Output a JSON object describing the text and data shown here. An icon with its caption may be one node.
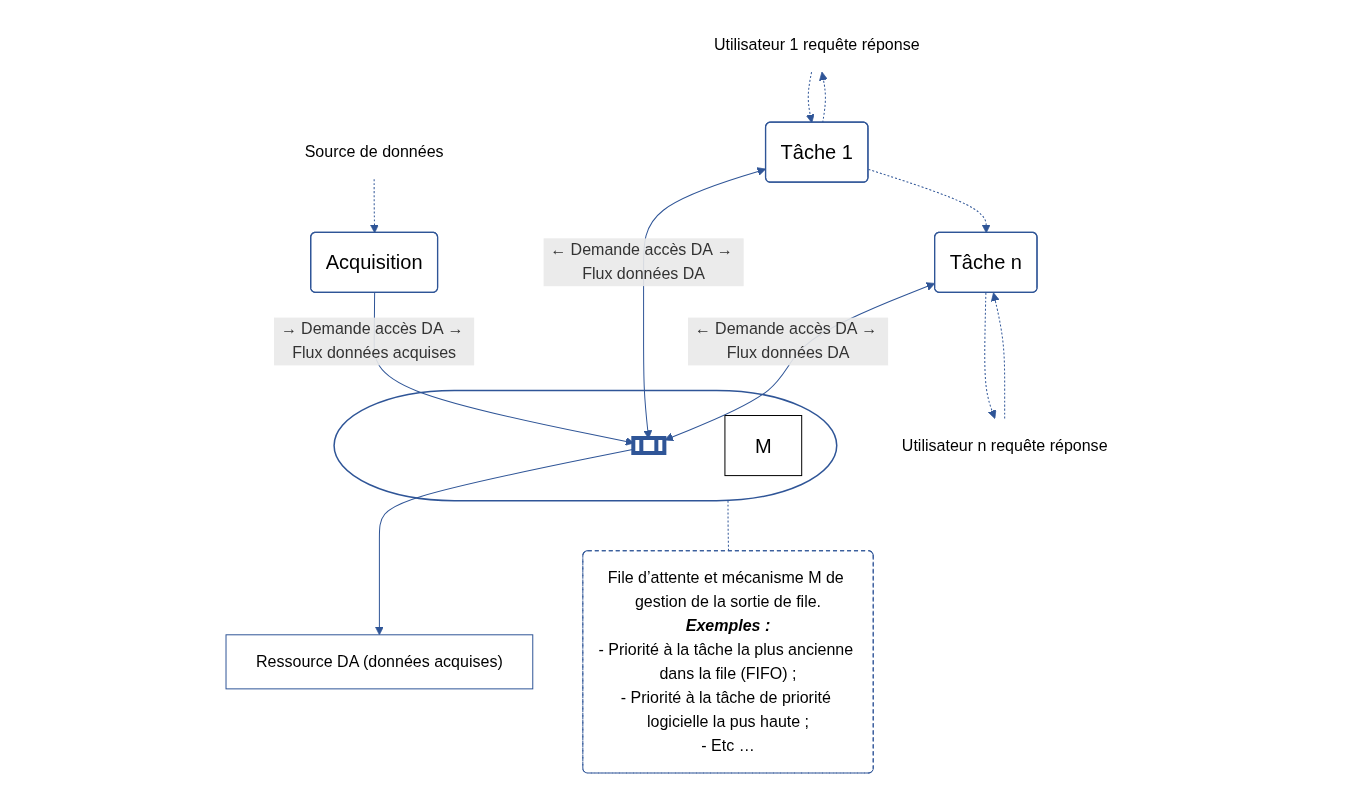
{
  "diagram": {
    "nodes": [
      {
        "text": [
          "Source de données"
        ]
      },
      {
        "text": [
          "Acquisition"
        ]
      },
      {
        "text": [
          "Utilisateur 1 requête réponse"
        ]
      },
      {
        "text": [
          "Tâche 1"
        ]
      },
      {
        "text": [
          "Utilisateur n requête réponse"
        ]
      },
      {
        "text": [
          "Tâche n"
        ]
      },
      {
        "text": [],
        "shape": "ellipse"
      },
      {
        "text": [],
        "shape": "box",
        "in": 6
      },
      {
        "text": [
          "M"
        ],
        "in": 6
      },
      {
        "text": [
          "Ressource DA (données acquises)"
        ]
      },
      {
        "text": [
          "File d’attente et mécanisme M de gestion de la sortie de file.",
          "Exemples :",
          "- Priorité à la tâche la plus ancienne dans la file (FIFO) ;",
          "- Priorité à la tâche de priorité logicielle la pus haute ;",
          "- Etc …"
        ]
      }
    ],
    "edges": [
      {
        "from": 0,
        "to": 1,
        "arrow": "to",
        "style": "dashed"
      },
      {
        "from": 2,
        "to": 3,
        "arrow": "to",
        "style": "dashed"
      },
      {
        "from": 3,
        "to": 2,
        "arrow": "to",
        "style": "dashed"
      },
      {
        "from": 4,
        "to": 5,
        "arrow": "to",
        "style": "dashed"
      },
      {
        "from": 5,
        "to": 4,
        "arrow": "to",
        "style": "dashed"
      },
      {
        "from": 3,
        "to": 5,
        "arrow": "to",
        "style": "dashed"
      },
      {
        "from": 1,
        "to": 7,
        "arrow": "to",
        "label": "→ Demande accès DA → Flux données acquises"
      },
      {
        "from": 3,
        "to": 7,
        "arrow": "both",
        "label": "← Demande accès DA → Flux données DA"
      },
      {
        "from": 5,
        "to": 7,
        "arrow": "both",
        "label": "← Demande accès DA → Flux données DA"
      },
      {
        "from": 7,
        "to": 9,
        "arrow": "to"
      },
      {
        "from": 10,
        "to": 6,
        "arrow": "none",
        "style": "dashed"
      }
    ]
  }
}
